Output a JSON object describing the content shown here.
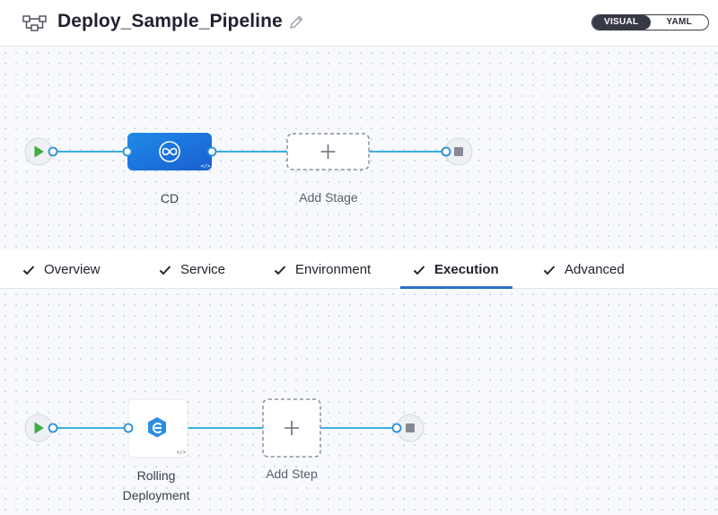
{
  "header": {
    "pipeline_icon": "pipeline-icon",
    "title": "Deploy_Sample_Pipeline",
    "edit_icon": "pencil-icon",
    "view_toggle": {
      "visual_label": "VISUAL",
      "yaml_label": "YAML",
      "selected": "VISUAL"
    }
  },
  "stage_graph": {
    "start_icon": "play-icon",
    "end_icon": "stop-icon",
    "stages": [
      {
        "label": "CD",
        "icon": "cd-stage-icon",
        "badge_icon": "code-icon"
      }
    ],
    "add_stage_label": "Add Stage",
    "add_icon": "plus-icon"
  },
  "tabs": {
    "items": [
      {
        "label": "Overview"
      },
      {
        "label": "Service"
      },
      {
        "label": "Environment"
      },
      {
        "label": "Execution"
      },
      {
        "label": "Advanced"
      }
    ],
    "selected": "Execution",
    "check_icon": "check-icon"
  },
  "execution_graph": {
    "start_icon": "play-icon",
    "end_icon": "stop-icon",
    "steps": [
      {
        "label_line1": "Rolling",
        "label_line2": "Deployment",
        "icon": "rolling-deployment-icon",
        "badge_icon": "code-icon"
      }
    ],
    "add_step_label": "Add Step",
    "add_icon": "plus-icon"
  },
  "colors": {
    "accent_blue": "#2d70c9",
    "connector": "#3aaee2",
    "stage_gradient_start": "#1e8ae8",
    "stage_gradient_end": "#1a5fd0",
    "play_green": "#42ab45",
    "stop_gray": "#868a96"
  }
}
